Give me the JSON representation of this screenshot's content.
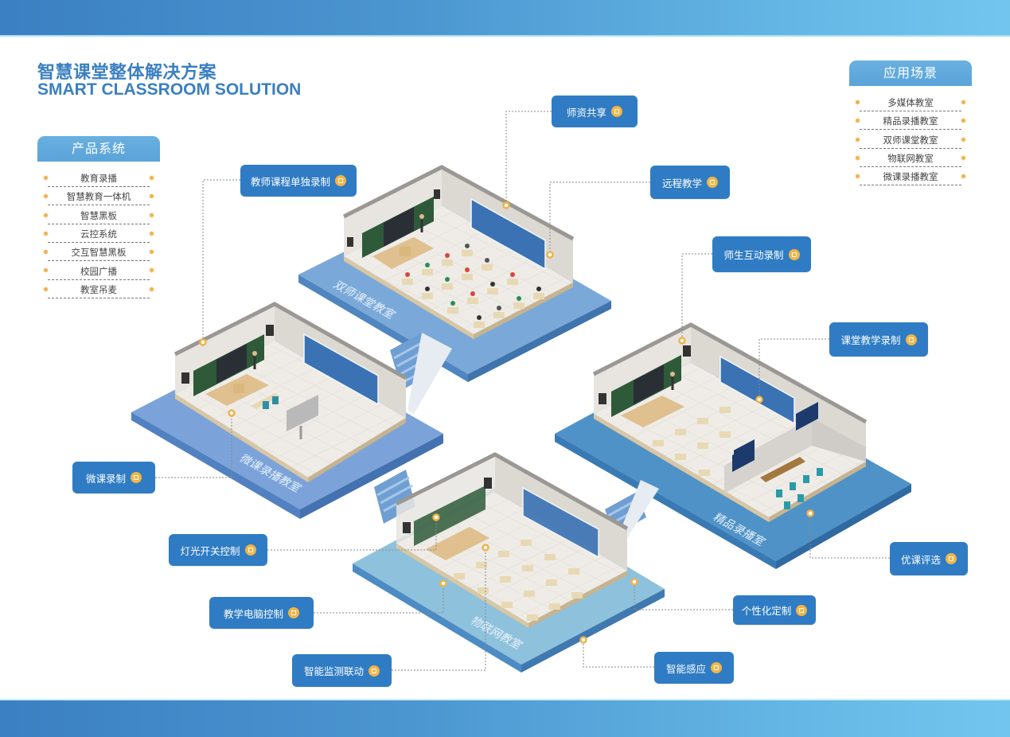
{
  "header": {
    "title_cn": "智慧课堂整体解决方案",
    "title_en": "SMART CLASSROOM SOLUTION"
  },
  "product_panel": {
    "title": "产品系统",
    "items": [
      "教育录播",
      "智慧教育一体机",
      "智慧黑板",
      "云控系统",
      "交互智慧黑板",
      "校园广播",
      "教室吊麦"
    ]
  },
  "scenario_panel": {
    "title": "应用场景",
    "items": [
      "多媒体教室",
      "精品录播教室",
      "双师课堂教室",
      "物联网教室",
      "微课录播教室"
    ]
  },
  "classrooms": {
    "dual_teacher": "双师课堂教室",
    "micro_course": "微课录播教室",
    "premium_recording": "精品录播室",
    "iot": "物联网教室"
  },
  "callouts": {
    "teacher_resource_sharing": "师资共享",
    "teacher_course_recording": "教师课程单独录制",
    "remote_teaching": "远程教学",
    "teacher_student_interaction": "师生互动录制",
    "classroom_teaching_recording": "课堂教学录制",
    "micro_course_recording": "微课录制",
    "light_switch_control": "灯光开关控制",
    "teaching_pc_control": "教学电脑控制",
    "smart_monitoring_linkage": "智能监测联动",
    "smart_sensing": "智能感应",
    "personalized_customization": "个性化定制",
    "excellent_course_selection": "优课评选"
  },
  "colors": {
    "brand_blue": "#2f7cc4",
    "title_blue": "#3b7fc0",
    "accent_orange": "#f3b545",
    "panel_head": "#5aa3d9"
  }
}
